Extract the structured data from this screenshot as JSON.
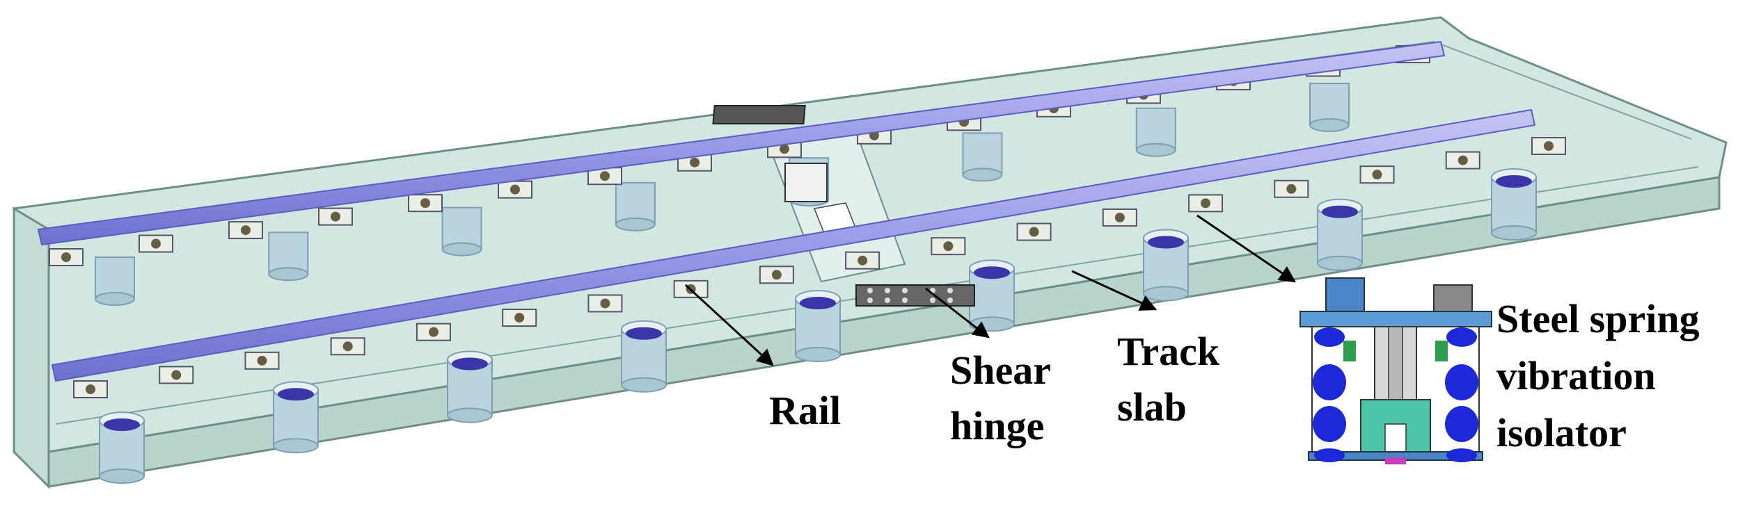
{
  "labels": {
    "rail": "Rail",
    "shear_hinge_1": "Shear",
    "shear_hinge_2": "hinge",
    "track_slab_1": "Track",
    "track_slab_2": "slab",
    "isolator_1": "Steel spring",
    "isolator_2": "vibration",
    "isolator_3": "isolator"
  },
  "colors": {
    "slab_fill": "#cfe4df",
    "slab_edge": "#6c8f88",
    "rail_fill": "#9a9ae8",
    "rail_edge": "#5d5dbb",
    "well_fill": "#b9d3df",
    "water_fill": "#3a35a8",
    "fastener_fill": "#e9efe6",
    "isolator_coil": "#1c29d8",
    "isolator_plate": "#3b7fbf",
    "isolator_body": "#4cc6a9"
  },
  "icons": {
    "arrow": "arrow-icon",
    "fastener": "rail-fastener-icon",
    "isolator": "steel-spring-isolator-icon"
  }
}
